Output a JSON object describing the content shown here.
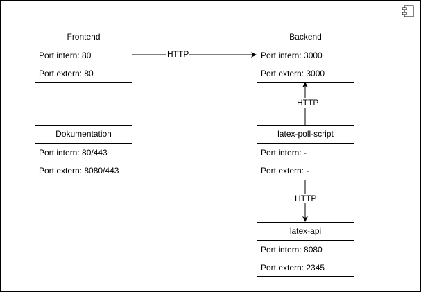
{
  "components": [
    {
      "id": "frontend",
      "title": "Frontend",
      "rows": [
        "Port intern: 80",
        "Port extern: 80"
      ]
    },
    {
      "id": "backend",
      "title": "Backend",
      "rows": [
        "Port intern: 3000",
        "Port extern: 3000"
      ]
    },
    {
      "id": "dokumentation",
      "title": "Dokumentation",
      "rows": [
        "Port intern: 80/443",
        "Port extern: 8080/443"
      ]
    },
    {
      "id": "latex-poll-script",
      "title": "latex-poll-script",
      "rows": [
        "Port intern: -",
        "Port extern: -"
      ]
    },
    {
      "id": "latex-api",
      "title": "latex-api",
      "rows": [
        "Port intern: 8080",
        "Port extern: 2345"
      ]
    }
  ],
  "connections": [
    {
      "from": "frontend",
      "to": "backend",
      "label": "HTTP"
    },
    {
      "from": "latex-poll-script",
      "to": "backend",
      "label": "HTTP"
    },
    {
      "from": "latex-poll-script",
      "to": "latex-api",
      "label": "HTTP"
    }
  ],
  "icons": {
    "frame": "component-icon"
  },
  "colors": {
    "stroke": "#000000",
    "fill": "#ffffff"
  }
}
